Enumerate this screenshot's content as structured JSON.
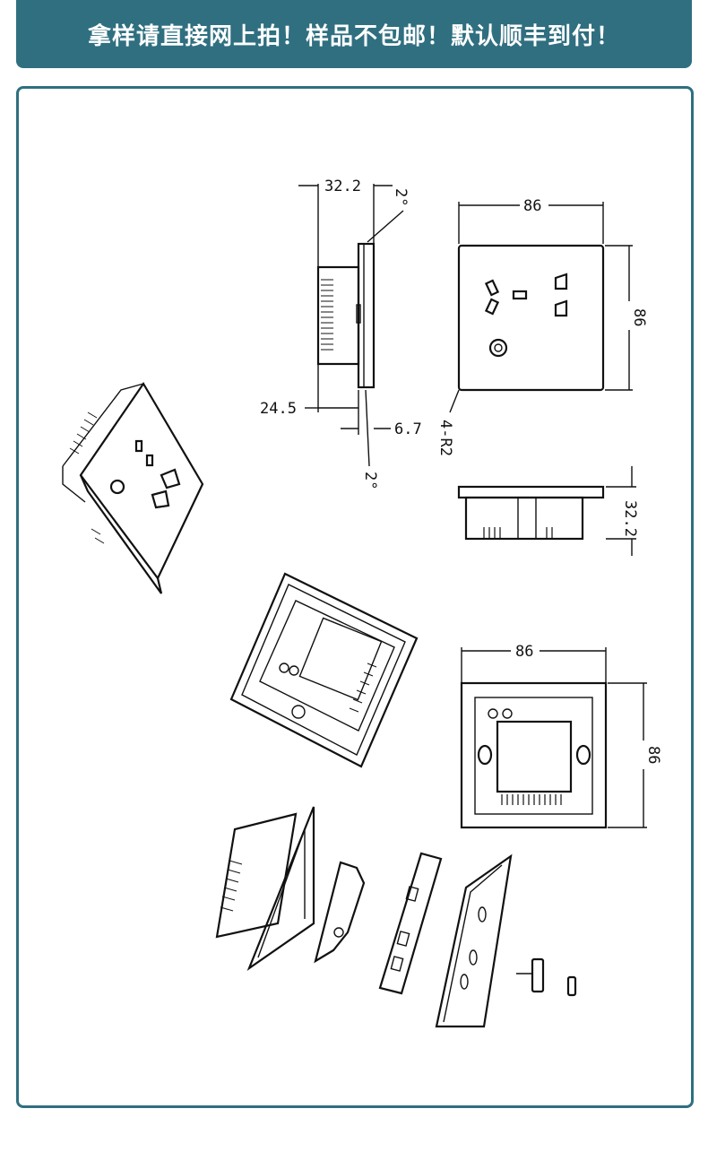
{
  "banner": {
    "text": "拿样请直接网上拍！样品不包邮！默认顺丰到付！"
  },
  "dimensions": {
    "side_depth": "32.2",
    "side_angle_top": "2°",
    "side_body": "24.5",
    "side_plate": "6.7",
    "side_angle_bottom": "2°",
    "front_width": "86",
    "front_height": "86",
    "corner_radius": "4-R2",
    "bottom_depth": "32.2",
    "back_width": "86",
    "back_height": "86"
  },
  "colors": {
    "accent": "#2f6f80",
    "line": "#111111"
  }
}
